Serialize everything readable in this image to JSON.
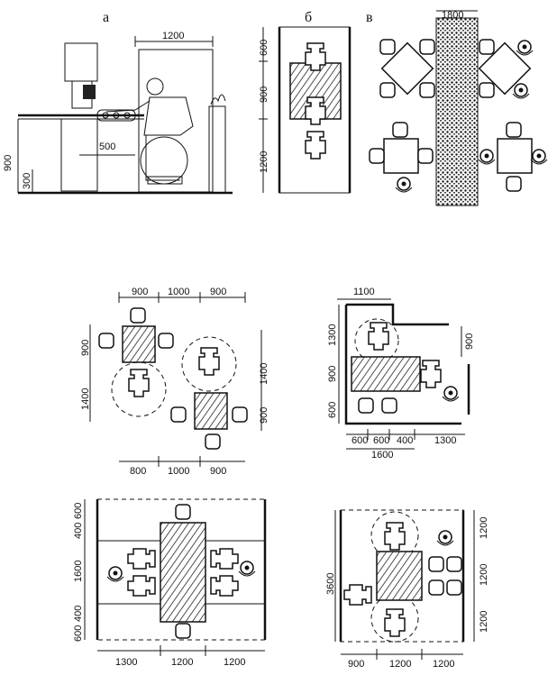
{
  "panels": {
    "a": {
      "label": "а",
      "dims": {
        "w1200": "1200",
        "w500": "500",
        "h900": "900",
        "h300": "300"
      }
    },
    "b": {
      "label": "б",
      "dims": {
        "h600": "600",
        "h900": "900",
        "h1200": "1200"
      }
    },
    "v": {
      "label": "в",
      "dims": {
        "w1800": "1800"
      }
    },
    "p1": {
      "top": [
        "900",
        "1000",
        "900"
      ],
      "left": [
        "900",
        "1400"
      ],
      "right": [
        "1400",
        "900"
      ],
      "bottom": [
        "800",
        "1000",
        "900"
      ]
    },
    "p2": {
      "top": "1100",
      "left": [
        "1300",
        "900",
        "600"
      ],
      "right": "900",
      "bottom": [
        "600",
        "600",
        "400",
        "1300"
      ],
      "total": "1600"
    },
    "p3": {
      "left": [
        "600",
        "400",
        "1600",
        "400",
        "600"
      ],
      "bottom": [
        "1300",
        "1200",
        "1200"
      ]
    },
    "p4": {
      "left": "3600",
      "right": [
        "1200",
        "1200",
        "1200"
      ],
      "bottom": [
        "900",
        "1200",
        "1200"
      ]
    }
  }
}
